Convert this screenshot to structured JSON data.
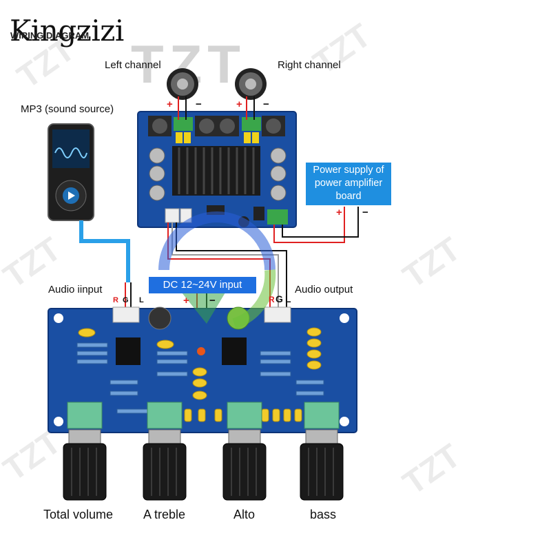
{
  "brand": "Kingzizi",
  "watermark": "TZT",
  "header": "WIRING DIAGRAM",
  "labels": {
    "left_channel": "Left channel",
    "right_channel": "Right channel",
    "mp3": "MP3 (sound source)",
    "audio_input": "Audio iinput",
    "audio_output": "Audio output",
    "power_supply": "Power supply of power amplifier board",
    "dc_input": "DC 12~24V input",
    "plus": "+",
    "minus": "−",
    "rgl_r": "R",
    "rgl_g": "G",
    "rgl_l": "L"
  },
  "knobs": [
    "Total volume",
    "A treble",
    "Alto",
    "bass"
  ],
  "colors": {
    "board": "#1a4fa3",
    "wire_red": "#e02020",
    "wire_black": "#111111",
    "wire_blue": "#2aa0e8",
    "box_blue": "#1f8fe0",
    "terminal_green": "#3aa64a",
    "knob_green": "#6cc59a"
  }
}
